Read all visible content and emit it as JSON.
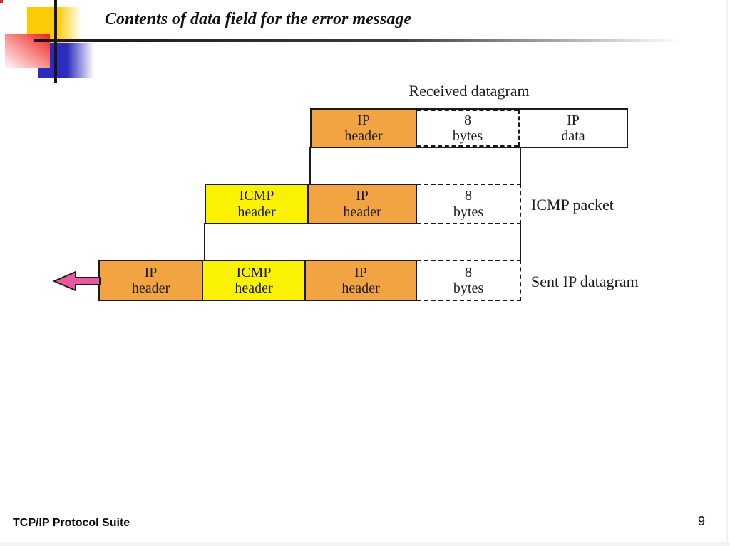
{
  "title": "Contents of data field for the error message",
  "footer": {
    "left": "TCP/IP Protocol Suite",
    "page": "9"
  },
  "diagram": {
    "received_label": "Received datagram",
    "labels": {
      "icmp_packet": "ICMP packet",
      "sent_datagram": "Sent IP datagram"
    },
    "rows": [
      {
        "name": "received-datagram",
        "cells": [
          {
            "l1": "IP",
            "l2": "header",
            "fill": "orange"
          },
          {
            "l1": "8",
            "l2": "bytes",
            "fill": "white"
          },
          {
            "l1": "IP",
            "l2": "data",
            "fill": "white"
          }
        ]
      },
      {
        "name": "icmp-packet",
        "cells": [
          {
            "l1": "ICMP",
            "l2": "header",
            "fill": "yellow"
          },
          {
            "l1": "IP",
            "l2": "header",
            "fill": "orange"
          },
          {
            "l1": "8",
            "l2": "bytes",
            "fill": "white"
          }
        ]
      },
      {
        "name": "sent-ip-datagram",
        "cells": [
          {
            "l1": "IP",
            "l2": "header",
            "fill": "orange"
          },
          {
            "l1": "ICMP",
            "l2": "header",
            "fill": "yellow"
          },
          {
            "l1": "IP",
            "l2": "header",
            "fill": "orange"
          },
          {
            "l1": "8",
            "l2": "bytes",
            "fill": "white"
          }
        ]
      }
    ],
    "colors": {
      "orange": "#F1A441",
      "yellow": "#FAF202",
      "white": "#FFFFFF",
      "arrow": "#E8599B",
      "border": "#1A1A1A"
    },
    "decoration_colors": {
      "yellow_square": "#FDCB05",
      "red_square": "#F22C2C",
      "blue_square": "#2B2BBF"
    }
  }
}
